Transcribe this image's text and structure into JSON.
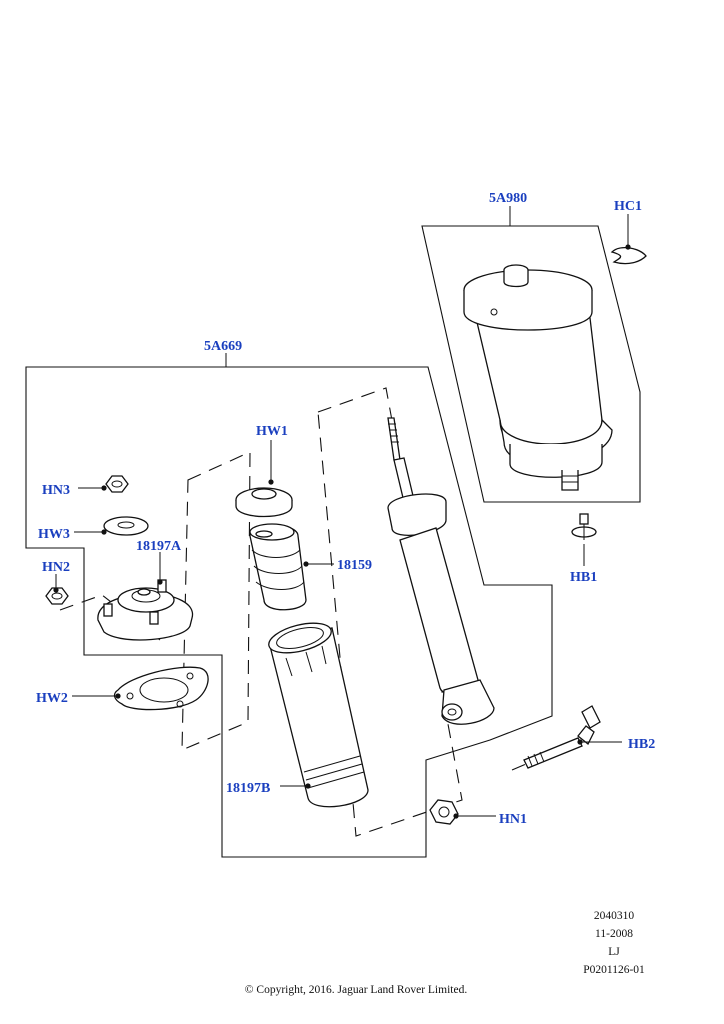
{
  "callouts": {
    "air_spring": "5A980",
    "clip": "HC1",
    "shock_assembly": "5A669",
    "washer_top": "HW1",
    "nut_hn3": "HN3",
    "washer_hw3": "HW3",
    "mount": "18197A",
    "nut_hn2": "HN2",
    "bump_stop": "18159",
    "gasket": "HW2",
    "dust_boot": "18197B",
    "bolt_hb1": "HB1",
    "bolt_hb2": "HB2",
    "nut_hn1": "HN1"
  },
  "footer": {
    "code": "2040310",
    "date": "11-2008",
    "initials": "LJ",
    "ref": "P0201126-01",
    "copyright": "© Copyright, 2016. Jaguar Land Rover Limited."
  }
}
